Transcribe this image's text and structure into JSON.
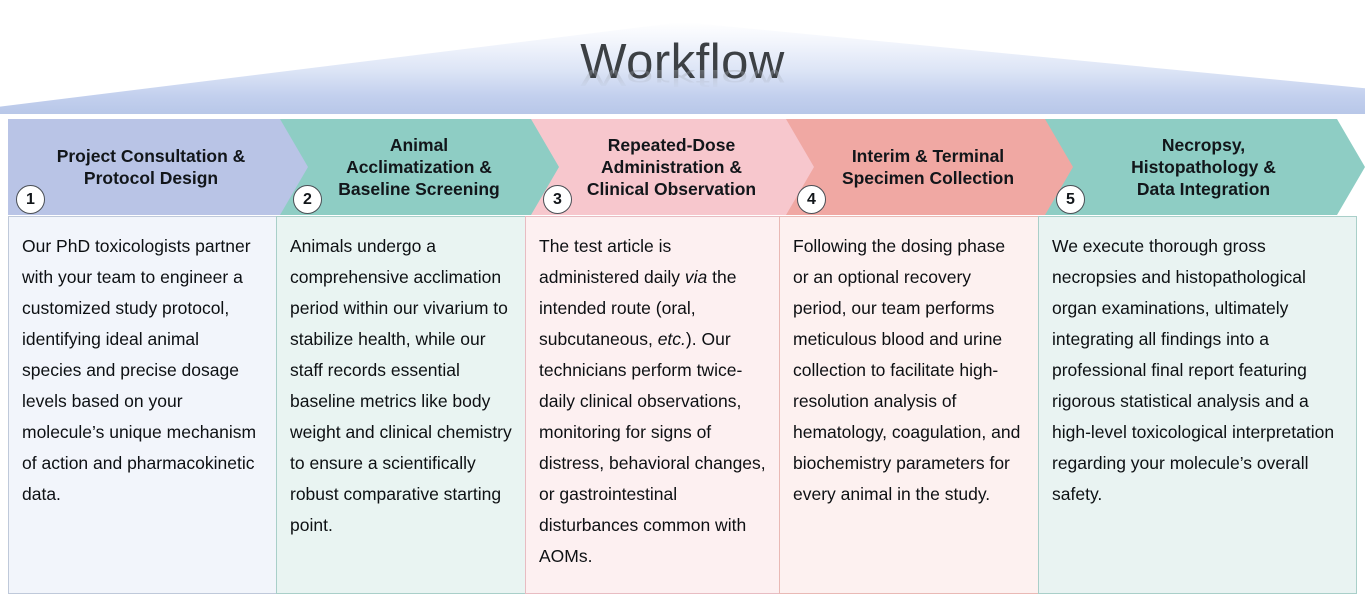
{
  "banner": {
    "title": "Workflow"
  },
  "steps": [
    {
      "number": "1",
      "header": "Project Consultation &\nProtocol Design",
      "header_color": "#b9c4e6",
      "body_color": "#f2f5fb",
      "body": "Our PhD toxicologists partner with your team to engineer a customized study protocol, identifying ideal animal species and precise dosage levels based on your molecule’s unique mechanism of action and pharmacokinetic data."
    },
    {
      "number": "2",
      "header": "Animal\nAcclimatization &\nBaseline Screening",
      "header_color": "#8ecdc4",
      "body_color": "#e9f4f2",
      "body": "Animals undergo a comprehensive acclimation period within our vivarium to stabilize health, while our staff records essential baseline metrics like body weight and clinical chemistry to ensure a scientifically robust comparative starting point."
    },
    {
      "number": "3",
      "header": "Repeated-Dose\nAdministration &\nClinical Observation",
      "header_color": "#f7c7cd",
      "body_color": "#fdf0f1",
      "body_html": "The test article is administered daily <em>via</em> the intended route (oral, subcutaneous, <em>etc.</em>). Our technicians perform twice-daily clinical observations, monitoring for signs of distress, behavioral changes, or gastrointestinal disturbances common with AOMs."
    },
    {
      "number": "4",
      "header": "Interim & Terminal\nSpecimen Collection",
      "header_color": "#f0a8a3",
      "body_color": "#fdf1f0",
      "body": "Following the dosing phase or an optional recovery period, our team performs meticulous blood and urine collection to facilitate high-resolution analysis of hematology, coagulation, and biochemistry parameters for every animal in the study."
    },
    {
      "number": "5",
      "header": "Necropsy,\nHistopathology &\nData Integration",
      "header_color": "#8ecdc4",
      "body_color": "#e9f3f2",
      "body": "We execute thorough gross necropsies and histopathological organ examinations, ultimately integrating all findings into a professional final report featuring rigorous statistical analysis and a high-level toxicological interpretation regarding your molecule’s overall safety."
    }
  ]
}
